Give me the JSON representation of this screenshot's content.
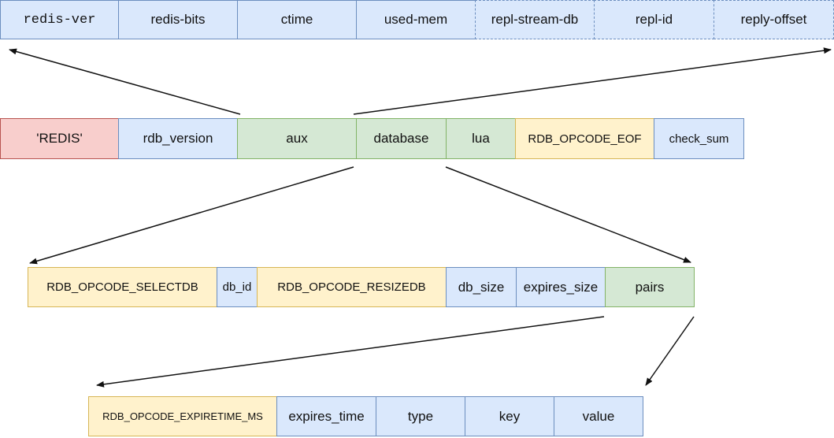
{
  "aux_fields": {
    "redis_ver": "redis-ver",
    "redis_bits": "redis-bits",
    "ctime": "ctime",
    "used_mem": "used-mem",
    "repl_stream_db": "repl-stream-db",
    "repl_id": "repl-id",
    "reply_offset": "reply-offset"
  },
  "rdb_file": {
    "redis": "'REDIS'",
    "rdb_version": "rdb_version",
    "aux": "aux",
    "database": "database",
    "lua": "lua",
    "eof": "RDB_OPCODE_EOF",
    "check_sum": "check_sum"
  },
  "database_fields": {
    "selectdb": "RDB_OPCODE_SELECTDB",
    "db_id": "db_id",
    "resizedb": "RDB_OPCODE_RESIZEDB",
    "db_size": "db_size",
    "expires_size": "expires_size",
    "pairs": "pairs"
  },
  "pair_fields": {
    "expiretime": "RDB_OPCODE_EXPIRETIME_MS",
    "expires_time": "expires_time",
    "type": "type",
    "key": "key",
    "value": "value"
  },
  "colors": {
    "blue_fill": "#dae8fc",
    "green_fill": "#d5e8d4",
    "yellow_fill": "#fff2cc",
    "red_fill": "#f8cecc"
  }
}
